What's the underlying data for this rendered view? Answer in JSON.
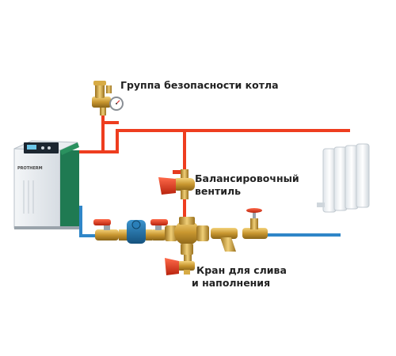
{
  "labels": {
    "safety_group": "Группа безопасности котла",
    "balancing_valve_line1": "Балансировочный",
    "balancing_valve_line2": "вентиль",
    "drain_valve_line1": "Кран для слива",
    "drain_valve_line2": "и наполнения"
  },
  "boiler": {
    "brand": "PROTHERM"
  },
  "colors": {
    "supply_pipe": "#ee3d1f",
    "return_pipe": "#2f86c8",
    "valve_handle_red": "#e53a1f",
    "brass": "#c8962f",
    "boiler_green": "#1f7a52",
    "pump_blue": "#1e6fa8"
  }
}
